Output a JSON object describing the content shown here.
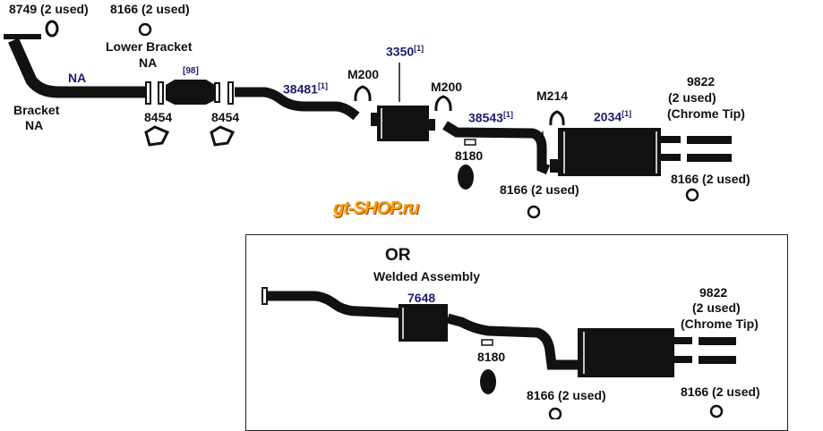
{
  "top": {
    "labels": {
      "gasket_8749": "8749 (2 used)",
      "ring_8166_top": "8166 (2 used)",
      "lower_bracket": "Lower Bracket",
      "lower_bracket_na": "NA",
      "pipe_na": "NA",
      "bracket": "Bracket",
      "bracket_na": "NA",
      "cat_ref": "[98]",
      "gasket_8454_a": "8454",
      "gasket_8454_b": "8454",
      "pipe_38481": "38481",
      "pipe_38481_note": "[1]",
      "clamp_m200_a": "M200",
      "muffler_3350": "3350",
      "muffler_3350_note": "[1]",
      "clamp_m200_b": "M200",
      "pipe_38543": "38543",
      "pipe_38543_note": "[1]",
      "clamp_m214": "M214",
      "muffler_2034": "2034",
      "muffler_2034_note": "[1]",
      "tip_9822": "9822",
      "tip_9822_used": "(2 used)",
      "tip_9822_desc": "(Chrome Tip)",
      "hanger_8180": "8180",
      "ring_8166_mid": "8166 (2 used)",
      "ring_8166_right": "8166 (2 used)"
    }
  },
  "logo": "gt-SHOP.ru",
  "alternative": {
    "or": "OR",
    "title": "Welded Assembly",
    "part_7648": "7648",
    "tip_9822": "9822",
    "tip_9822_used": "(2 used)",
    "tip_9822_desc": "(Chrome Tip)",
    "hanger_8180": "8180",
    "ring_8166_left": "8166 (2 used)",
    "ring_8166_right": "8166 (2 used)"
  },
  "colors": {
    "part_blue": "#1c1c6e",
    "logo_orange": "#f5a010"
  }
}
